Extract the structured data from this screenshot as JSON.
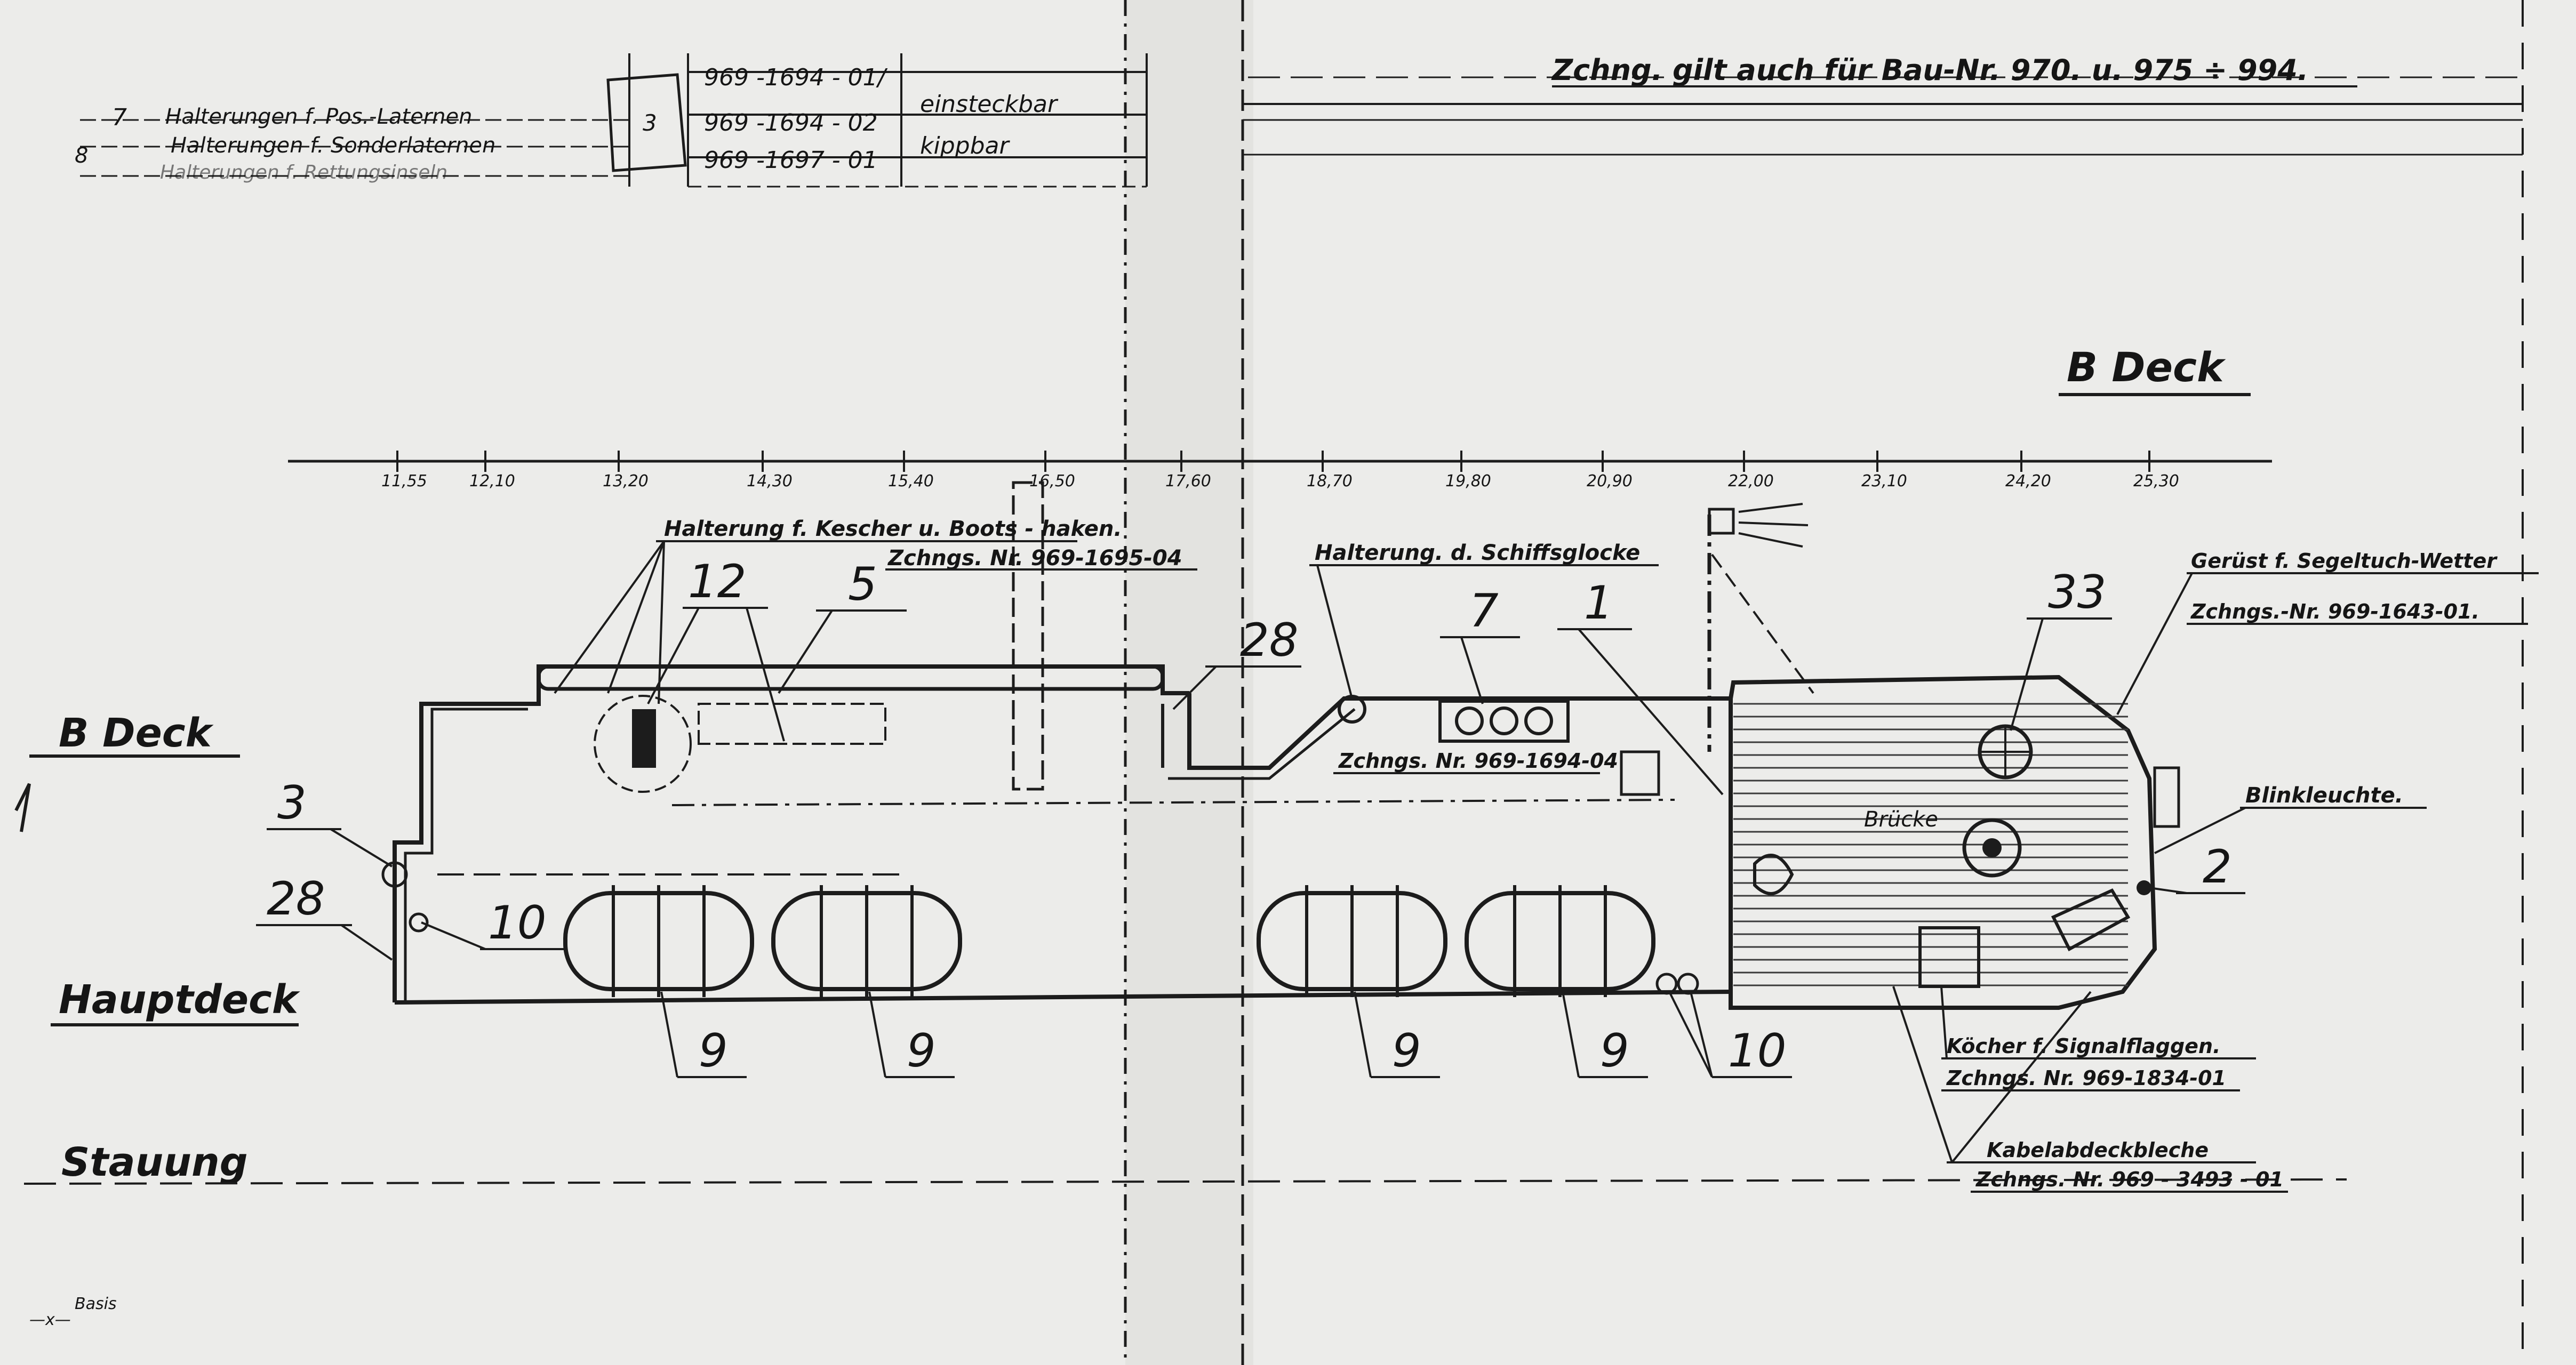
{
  "header": {
    "validity_note": "Zchng. gilt auch für Bau-Nr. 970. u. 975 ÷ 994."
  },
  "parts_table": {
    "rows": [
      {
        "pos": "7",
        "description": "Halterungen f. Pos.-Laternen",
        "qty": "",
        "drawing_no": "969 -1694 - 01/",
        "remark": ""
      },
      {
        "pos": "8",
        "description": "Halterungen f. Sonderlaternen",
        "qty": "3",
        "drawing_no": "969 -1694 - 02",
        "remark": "einsteckbar"
      },
      {
        "pos": "",
        "description": "Halterungen f. Rettungsinseln",
        "qty": "",
        "drawing_no": "969 -1697 - 01",
        "remark": "kippbar"
      }
    ]
  },
  "frame_ruler": {
    "ticks": [
      "11,55",
      "12,10",
      "13,20",
      "14,30",
      "15,40",
      "16,50",
      "17,60",
      "18,70",
      "19,80",
      "20,90",
      "22,00",
      "23,10",
      "24,20",
      "25,30"
    ]
  },
  "deck_levels": {
    "b_deck_top": "B Deck",
    "b_deck_left": "B Deck",
    "hauptdeck": "Hauptdeck",
    "stauung": "Stauung",
    "basis": "Basis"
  },
  "callouts": {
    "kescher": "Halterung f. Kescher u. Boots - haken.",
    "kescher_dwg": "Zchngs. Nr. 969-1695-04",
    "schiffsglocke": "Halterung. d. Schiffsglocke",
    "dwg_1694": "Zchngs. Nr. 969-1694-04",
    "geruest": "Gerüst f. Segeltuch-Wetter",
    "geruest_dwg": "Zchngs.-Nr. 969-1643-01.",
    "blinkleuchte": "Blinkleuchte.",
    "brucke": "Brücke",
    "koecher": "Köcher f. Signalflaggen.",
    "koecher_dwg": "Zchngs. Nr. 969-1834-01",
    "kabel": "Kabelabdeckbleche",
    "kabel_dwg": "Zchngs. Nr. 969 - 3493 - 01"
  },
  "item_numbers": {
    "n12": "12",
    "n5": "5",
    "n28a": "28",
    "n7": "7",
    "n1": "1",
    "n33": "33",
    "n3": "3",
    "n28b": "28",
    "n10a": "10",
    "n2": "2",
    "n9a": "9",
    "n9b": "9",
    "n9c": "9",
    "n9d": "9",
    "n10b": "10"
  }
}
